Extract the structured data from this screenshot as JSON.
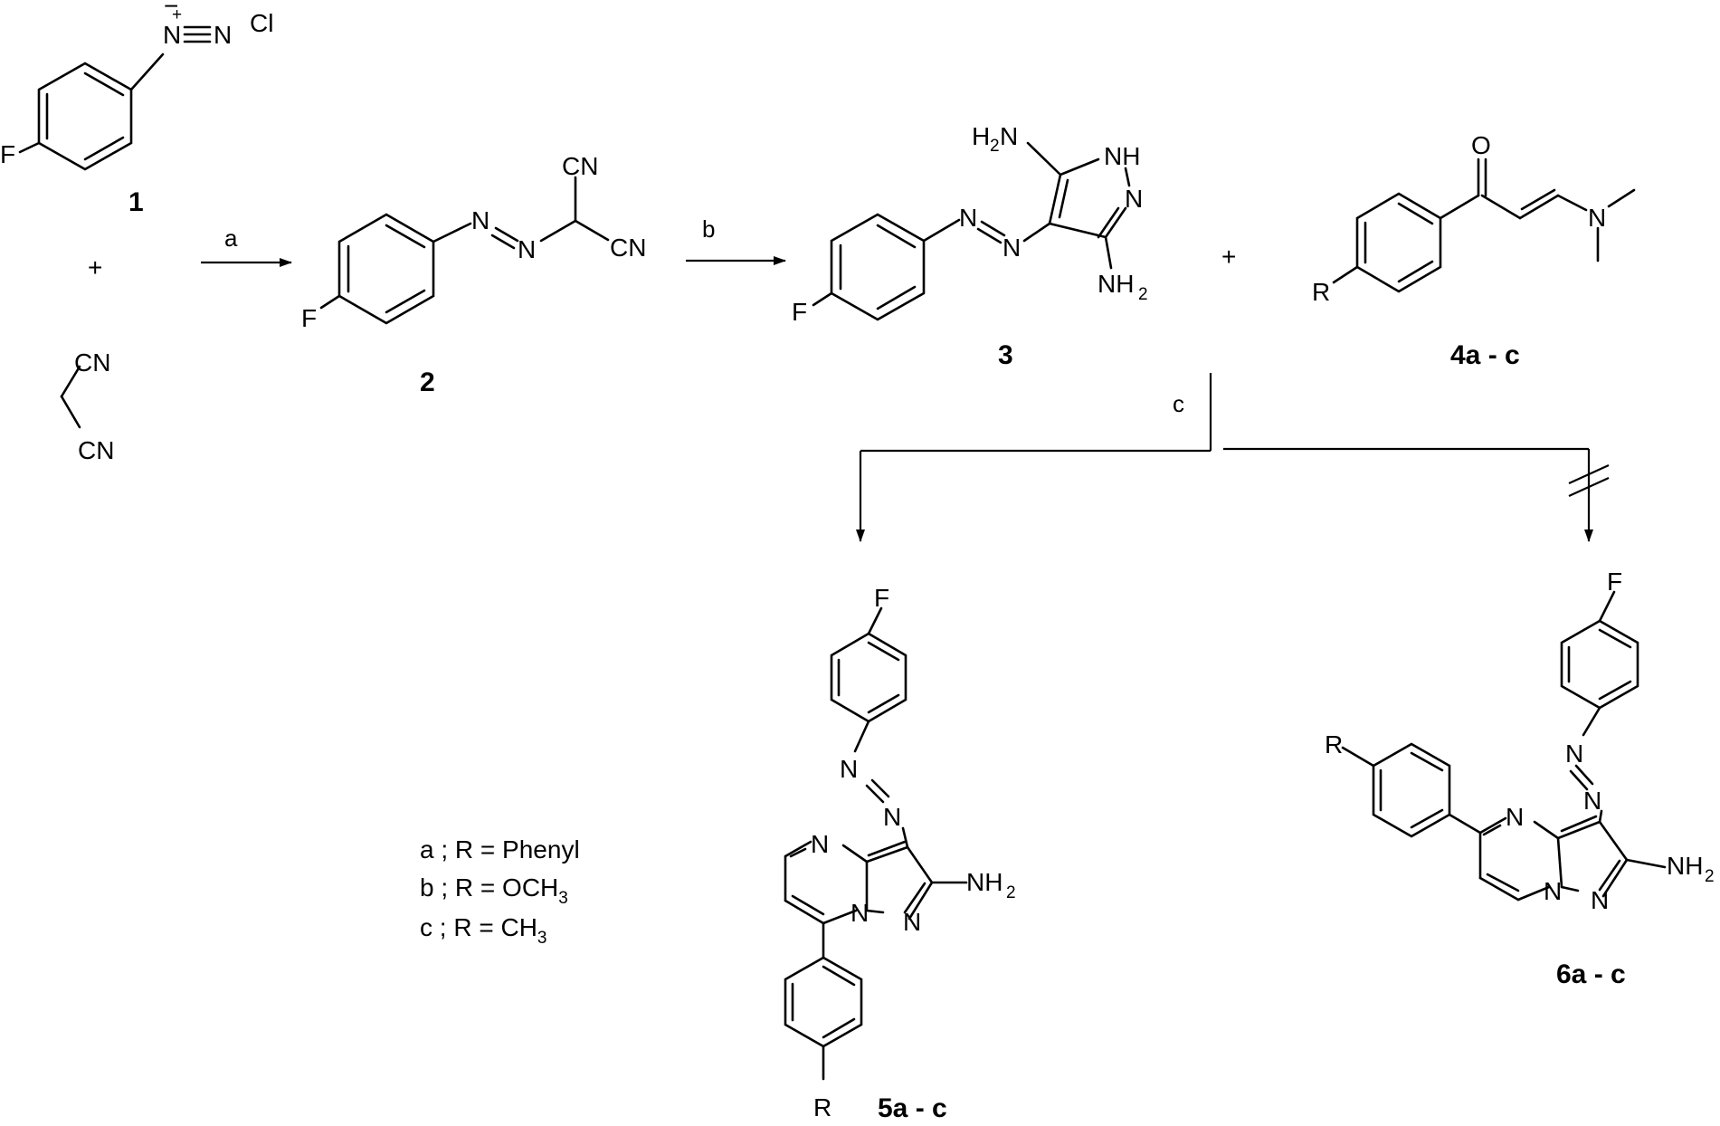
{
  "compounds": {
    "c1": "1",
    "c2": "2",
    "c3": "3",
    "c4": "4a - c",
    "c5": "5a - c",
    "c6": "6a - c"
  },
  "reagents": {
    "a": "a",
    "b": "b",
    "c": "c"
  },
  "plus_sign": "+",
  "legend": [
    {
      "prefix": "a ; R = ",
      "value": "Phenyl",
      "sub": ""
    },
    {
      "prefix": "b ; R = ",
      "value": "OCH",
      "sub": "3"
    },
    {
      "prefix": "c ; R = ",
      "value": "CH",
      "sub": "3"
    }
  ],
  "atoms": {
    "F": "F",
    "N": "N",
    "Cl": "Cl",
    "CN": "CN",
    "NH": "NH",
    "O": "O",
    "R": "R",
    "NH2": "NH",
    "H2N_H": "H",
    "H2N_N": "N",
    "two": "2",
    "plus": "+",
    "minus": "−"
  }
}
